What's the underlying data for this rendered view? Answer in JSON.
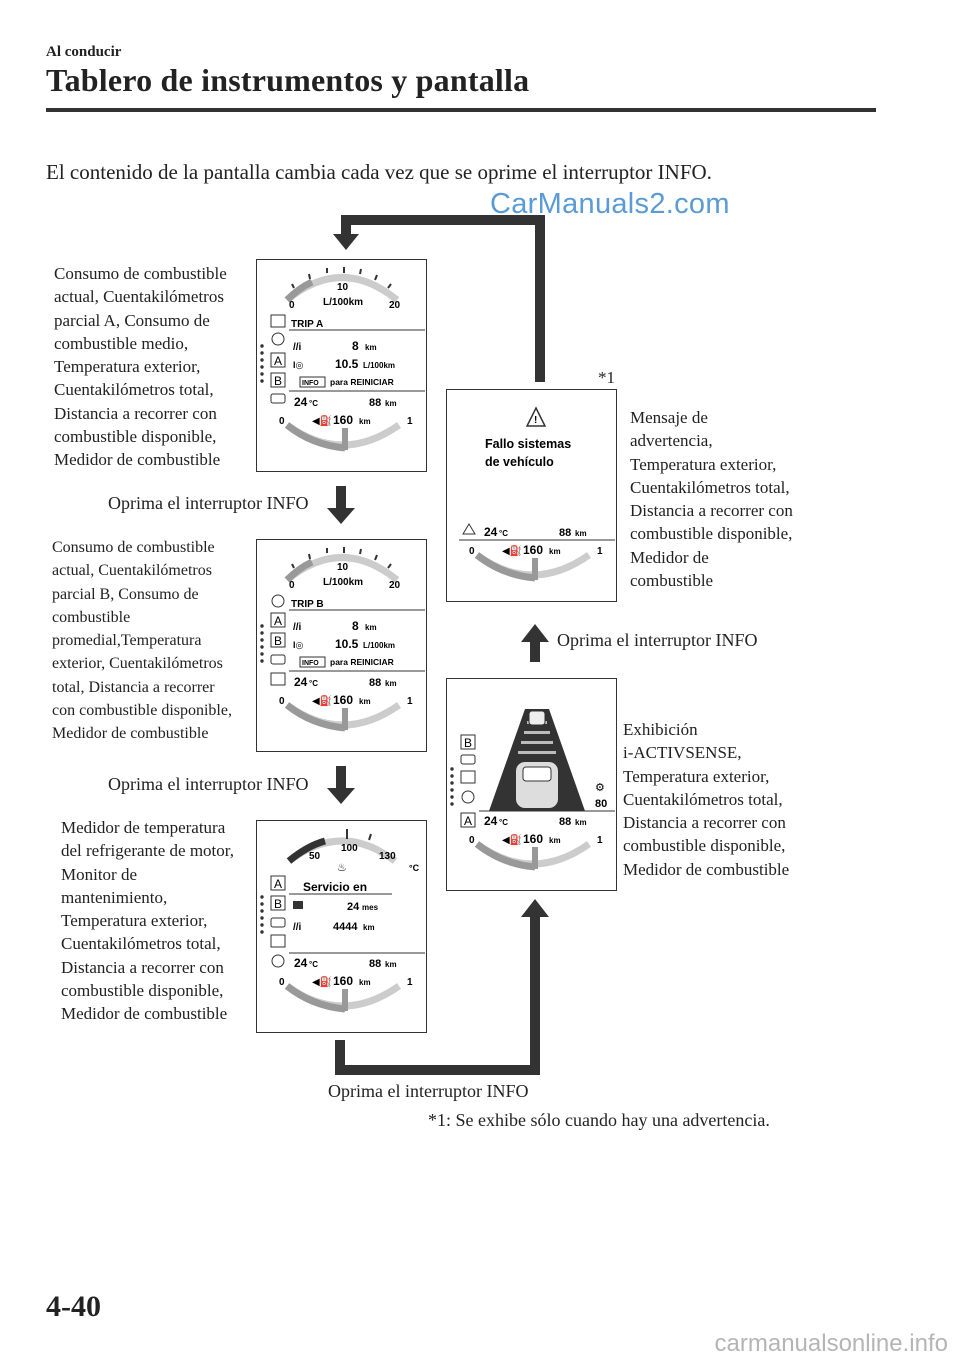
{
  "header": {
    "section": "Al conducir",
    "title": "Tablero de instrumentos y pantalla"
  },
  "intro": "El contenido de la pantalla cambia cada vez que se oprime el interruptor INFO.",
  "watermark_top": "CarManuals2.com",
  "watermark_bottom": "carmanualsonline.info",
  "page_number": "4-40",
  "press_label": "Oprima el interruptor INFO",
  "asterisk": "*1",
  "footnote": "*1: Se exhibe sólo cuando hay una advertencia.",
  "descriptions": {
    "trip_a": [
      "Consumo de combustible",
      "actual, Cuentakilómetros",
      "parcial A, Consumo de",
      "combustible medio,",
      "Temperatura exterior,",
      "Cuentakilómetros total,",
      "Distancia a recorrer con",
      "combustible disponible,",
      "Medidor de combustible"
    ],
    "trip_b": [
      "Consumo de combustible",
      "actual, Cuentakilómetros",
      "parcial B, Consumo de",
      "combustible",
      "promedial,Temperatura",
      "exterior, Cuentakilómetros",
      "total, Distancia a recorrer",
      "con combustible disponible,",
      "Medidor de combustible"
    ],
    "maintenance": [
      "Medidor de temperatura",
      "del refrigerante de motor,",
      "Monitor de",
      "mantenimiento,",
      "Temperatura exterior,",
      "Cuentakilómetros total,",
      "Distancia a recorrer con",
      "combustible disponible,",
      "Medidor de combustible"
    ],
    "warning": [
      "Mensaje de",
      "advertencia,",
      "Temperatura exterior,",
      "Cuentakilómetros total,",
      "Distancia a recorrer con",
      "combustible disponible,",
      "Medidor de",
      "combustible"
    ],
    "activsense": [
      "Exhibición",
      "i-ACTIVSENSE,",
      "Temperatura exterior,",
      "Cuentakilómetros total,",
      "Distancia a recorrer con",
      "combustible disponible,",
      "Medidor de combustible"
    ]
  },
  "displays": {
    "trip_a": {
      "gauge_min": "0",
      "gauge_mid": "10",
      "gauge_max": "20",
      "gauge_unit": "L/100km",
      "trip_label": "TRIP A",
      "trip_value": "8",
      "trip_unit": "km",
      "avg_value": "10.5",
      "avg_unit": "L/100km",
      "info_badge": "INFO",
      "reset_text": "para REINICIAR",
      "temp": "24",
      "temp_unit": "°C",
      "odometer": "88",
      "odo_unit": "km",
      "fuel_min": "0",
      "fuel_max": "1",
      "range": "160",
      "range_unit": "km"
    },
    "trip_b": {
      "gauge_min": "0",
      "gauge_mid": "10",
      "gauge_max": "20",
      "gauge_unit": "L/100km",
      "trip_label": "TRIP B",
      "trip_value": "8",
      "trip_unit": "km",
      "avg_value": "10.5",
      "avg_unit": "L/100km",
      "info_badge": "INFO",
      "reset_text": "para REINICIAR",
      "temp": "24",
      "temp_unit": "°C",
      "odometer": "88",
      "odo_unit": "km",
      "fuel_min": "0",
      "fuel_max": "1",
      "range": "160",
      "range_unit": "km"
    },
    "maintenance": {
      "gauge_min": "50",
      "gauge_mid": "100",
      "gauge_max": "130",
      "gauge_unit": "°C",
      "service_label": "Servicio en",
      "months_value": "24",
      "months_unit": "mes",
      "km_value": "4444",
      "km_unit": "km",
      "temp": "24",
      "temp_unit": "°C",
      "odometer": "88",
      "odo_unit": "km",
      "fuel_min": "0",
      "fuel_max": "1",
      "range": "160",
      "range_unit": "km"
    },
    "warning": {
      "message_line1": "Fallo sistemas",
      "message_line2": "de vehículo",
      "temp": "24",
      "temp_unit": "°C",
      "odometer": "88",
      "odo_unit": "km",
      "fuel_min": "0",
      "fuel_max": "1",
      "range": "160",
      "range_unit": "km"
    },
    "activsense": {
      "speed_value": "80",
      "temp": "24",
      "temp_unit": "°C",
      "odometer": "88",
      "odo_unit": "km",
      "fuel_min": "0",
      "fuel_max": "1",
      "range": "160",
      "range_unit": "km"
    }
  }
}
